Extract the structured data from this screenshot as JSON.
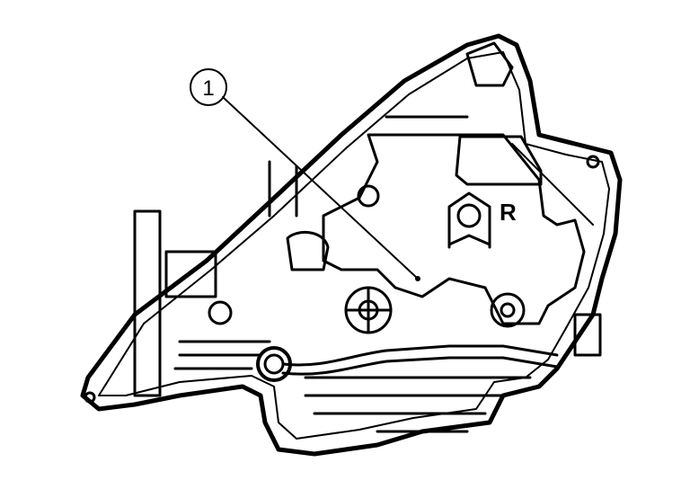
{
  "diagram": {
    "callouts": [
      {
        "number": "1",
        "target": "headlamp-housing"
      }
    ],
    "side_label": "R",
    "colors": {
      "line": "#000000",
      "background": "#ffffff"
    }
  }
}
